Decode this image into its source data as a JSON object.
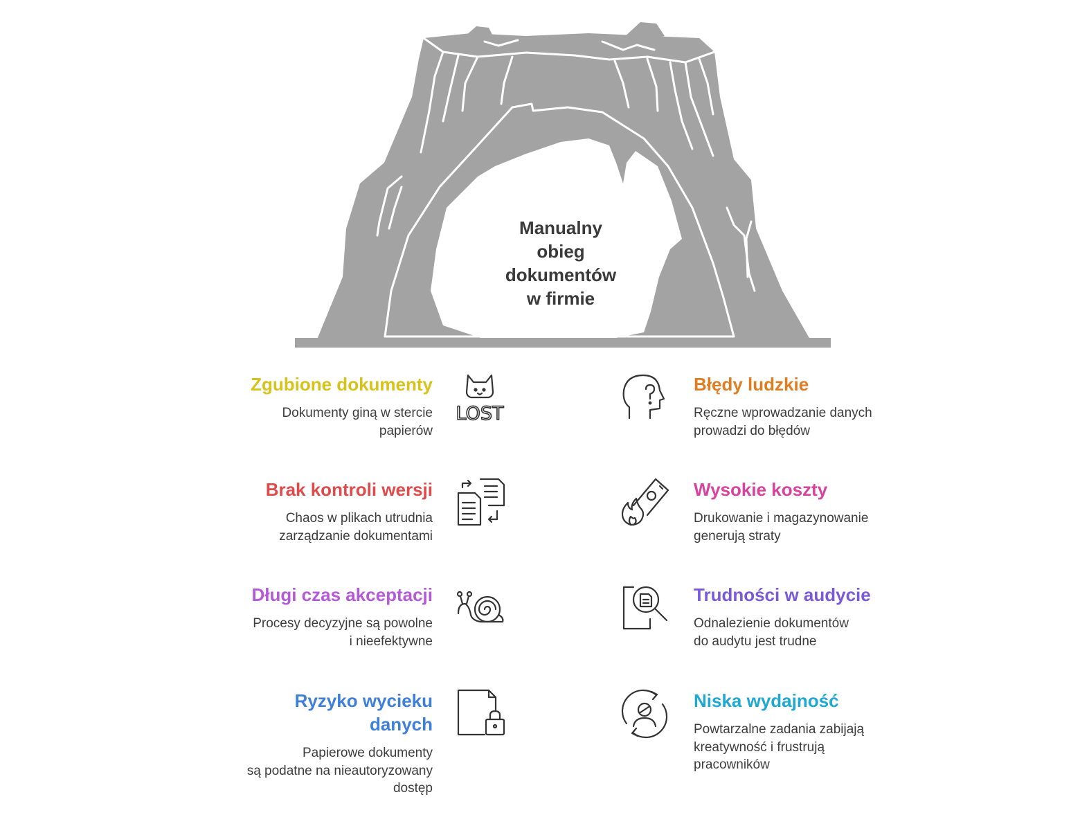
{
  "diagram": {
    "center_title": "Manualny\nobieg\ndokumentów\nw firmie",
    "colors": {
      "rock": "#a3a3a3",
      "crack": "#ffffff",
      "icon": "#333333"
    },
    "left_items": [
      {
        "title": "Zgubione dokumenty",
        "desc": "Dokumenty giną w stercie\npapierów",
        "color": "#d6c21a",
        "icon": "lost-cat-icon",
        "icon_text": "LOST"
      },
      {
        "title": "Brak kontroli wersji",
        "desc": "Chaos w plikach utrudnia\nzarządzanie dokumentami",
        "color": "#e04a4a",
        "icon": "document-swap-icon"
      },
      {
        "title": "Długi czas akceptacji",
        "desc": "Procesy decyzyjne są powolne\ni nieefektywne",
        "color": "#b45ad8",
        "icon": "snail-icon"
      },
      {
        "title": "Ryzyko wycieku\ndanych",
        "desc": "Papierowe dokumenty \nsą podatne na nieautoryzowany\ndostęp",
        "color": "#3e7fd9",
        "icon": "file-lock-icon"
      }
    ],
    "right_items": [
      {
        "title": "Błędy ludzkie",
        "desc": "Ręczne wprowadzanie danych\nprowadzi do błędów",
        "color": "#e07d22",
        "icon": "head-question-icon"
      },
      {
        "title": "Wysokie koszty",
        "desc": "Drukowanie i magazynowanie\ngenerują straty",
        "color": "#d8439e",
        "icon": "burning-money-icon"
      },
      {
        "title": "Trudności w audycie",
        "desc": "Odnalezienie dokumentów\ndo audytu jest trudne",
        "color": "#7a5ad8",
        "icon": "document-search-icon"
      },
      {
        "title": "Niska wydajność",
        "desc": "Powtarzalne zadania zabijają\nkreatywność i frustrują\npracowników",
        "color": "#1ea8d2",
        "icon": "user-cycle-icon"
      }
    ]
  }
}
